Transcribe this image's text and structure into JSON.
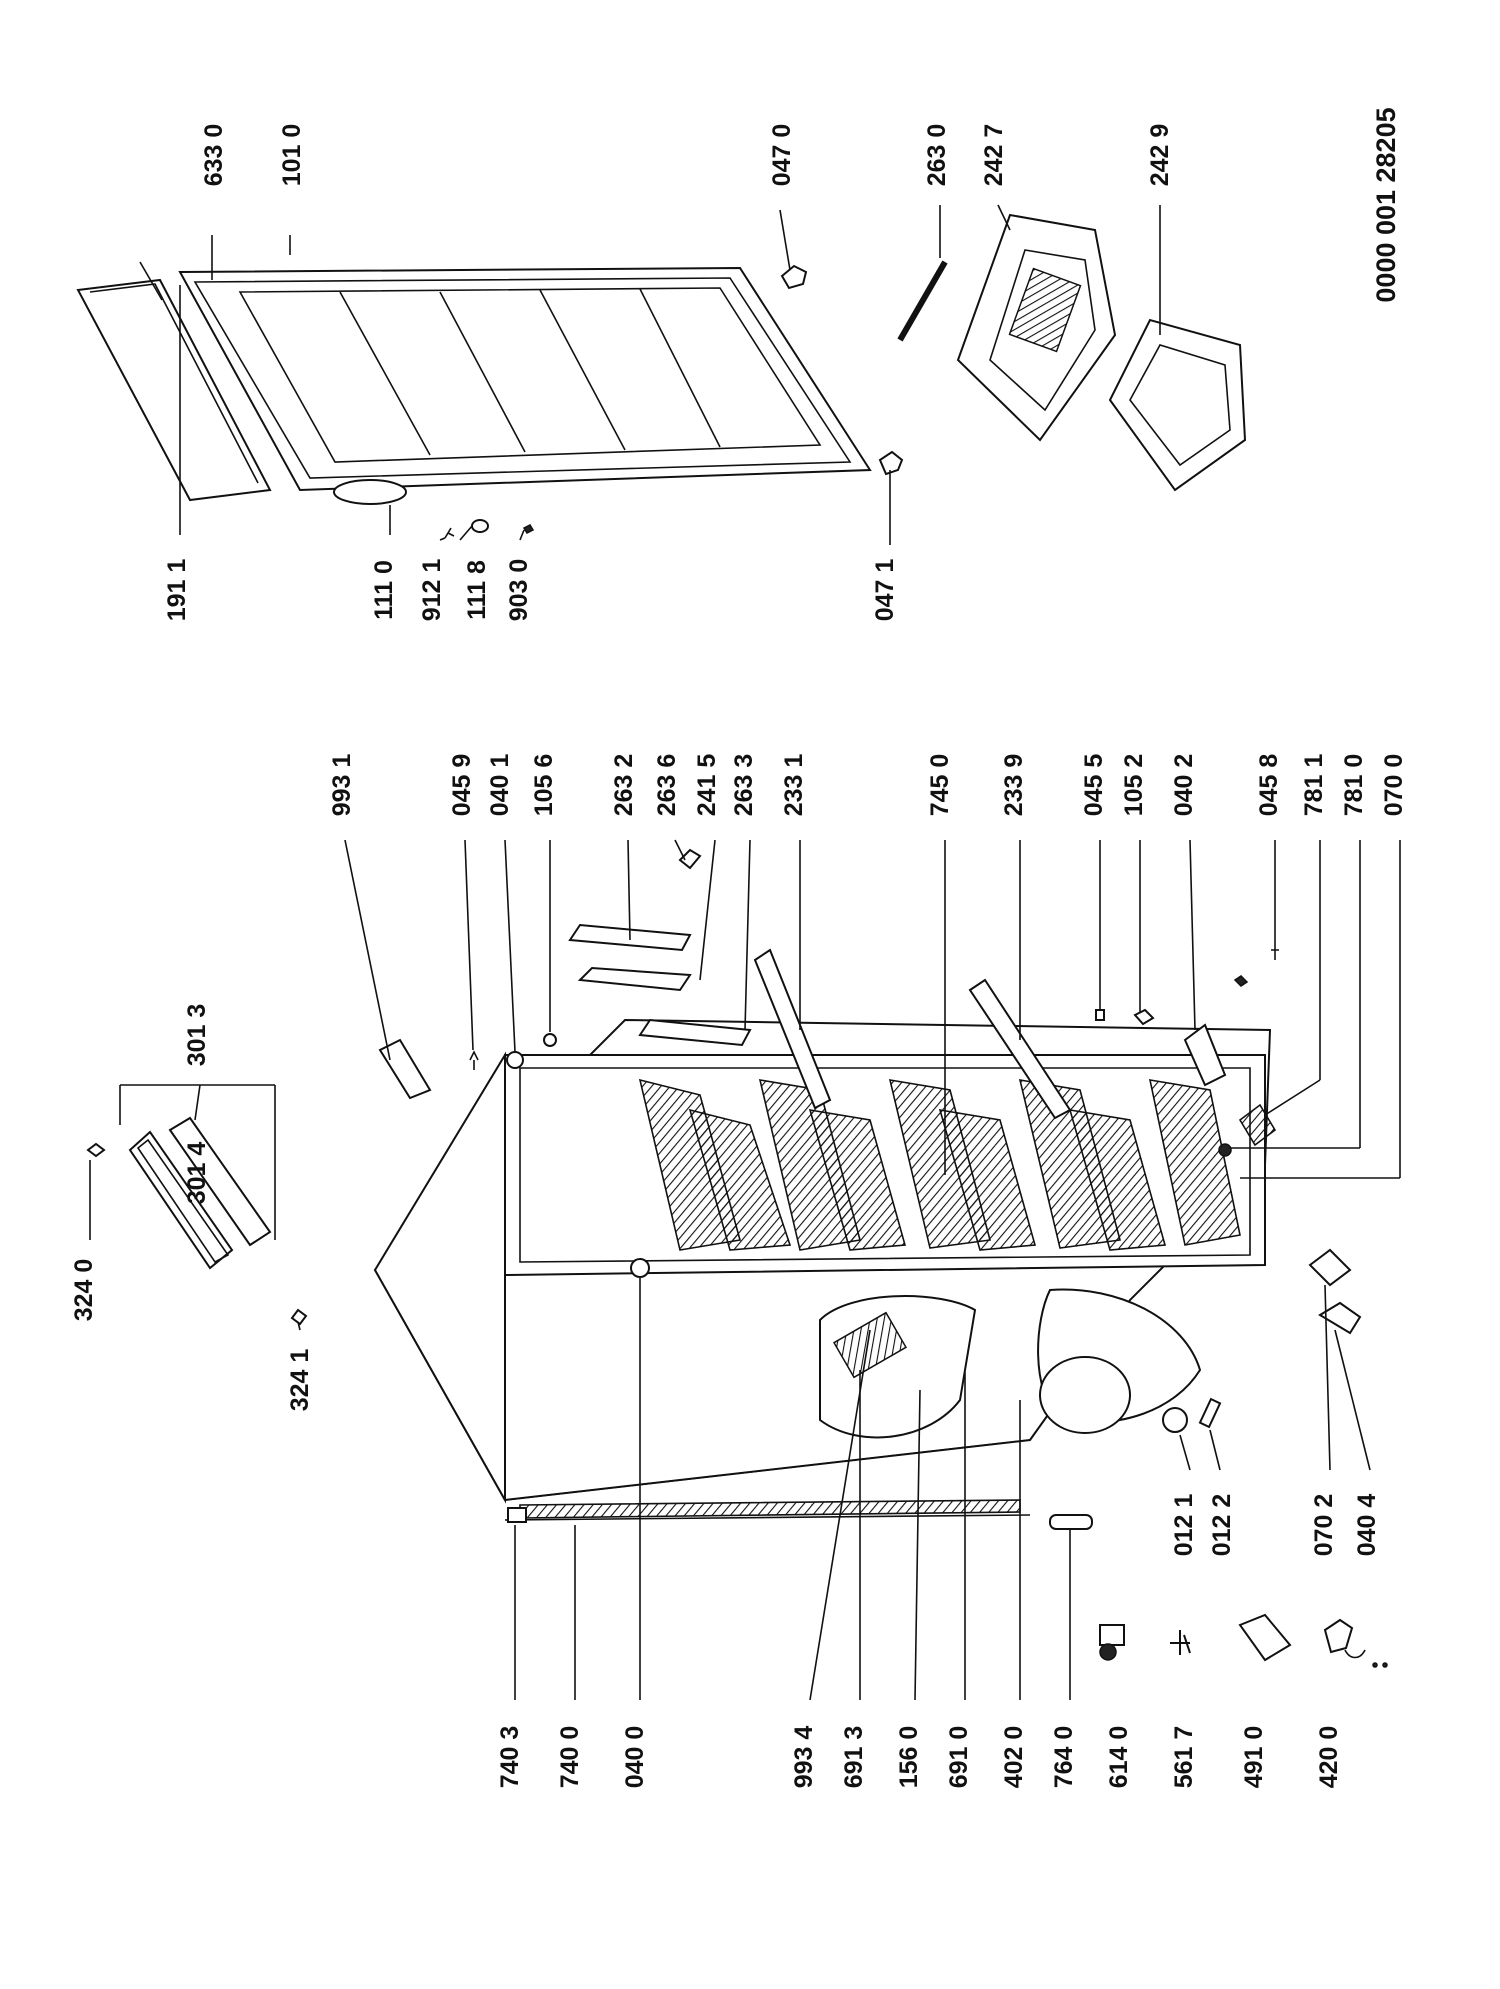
{
  "drawing_number": "0000 001 28205",
  "labels": {
    "p0100": "101 0",
    "p6330": "633 0",
    "p0470": "047 0",
    "p2630": "263 0",
    "p2427": "242 7",
    "p2429": "242 9",
    "p1911": "191 1",
    "p1110": "111 0",
    "p9121": "912 1",
    "p1118": "111 8",
    "p9030": "903 0",
    "p0471": "047 1",
    "p3240": "324 0",
    "p3013": "301 3",
    "p3014": "301 4",
    "p3241": "324 1",
    "p9931": "993 1",
    "p0459": "045 9",
    "p0401": "040 1",
    "p1056": "105 6",
    "p2632": "263 2",
    "p2636": "263 6",
    "p2415": "241 5",
    "p2633": "263 3",
    "p2331": "233 1",
    "p7450": "745 0",
    "p2339": "233 9",
    "p0455": "045 5",
    "p1052": "105 2",
    "p0402": "040 2",
    "p0458": "045 8",
    "p7811": "781 1",
    "p7810": "781 0",
    "p0700": "070 0",
    "p7403": "740 3",
    "p7400": "740 0",
    "p0400": "040 0",
    "p9934": "993 4",
    "p6913": "691 3",
    "p1560": "156 0",
    "p6910": "691 0",
    "p4020": "402 0",
    "p7640": "764 0",
    "p6140": "614 0",
    "p5617": "561 7",
    "p4910": "491 0",
    "p4200": "420 0",
    "p0121": "012 1",
    "p0122": "012 2",
    "p0702": "070 2",
    "p0404": "040 4"
  }
}
